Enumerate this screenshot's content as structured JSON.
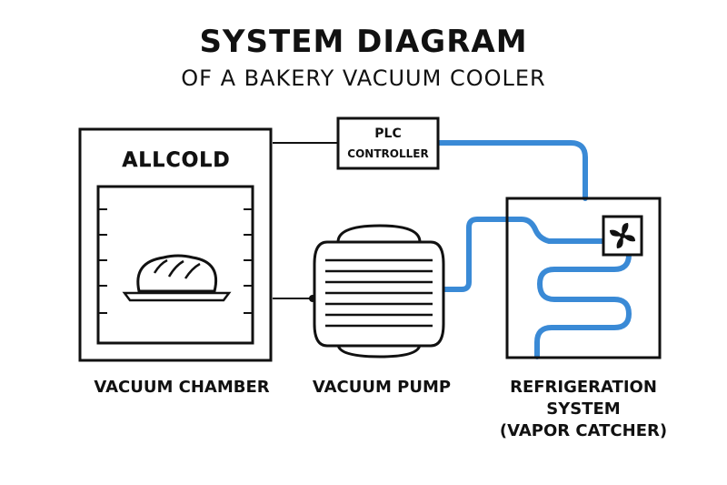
{
  "header": {
    "title": "SYSTEM DIAGRAM",
    "subtitle": "OF A BAKERY VACUUM COOLER"
  },
  "components": {
    "chamber": {
      "brand": "ALLCOLD",
      "caption": "VACUUM CHAMBER"
    },
    "pump": {
      "caption": "VACUUM PUMP"
    },
    "plc": {
      "line1": "PLC",
      "line2": "CONTROLLER"
    },
    "refrigeration": {
      "caption_line1": "REFRIGERATION",
      "caption_line2": "SYSTEM",
      "caption_line3": "(VAPOR CATCHER)",
      "fan_icon": "fan-icon"
    }
  },
  "colors": {
    "line": "#111111",
    "refrigerant_pipe": "#3a8ad6",
    "bread": "#ffffff"
  }
}
